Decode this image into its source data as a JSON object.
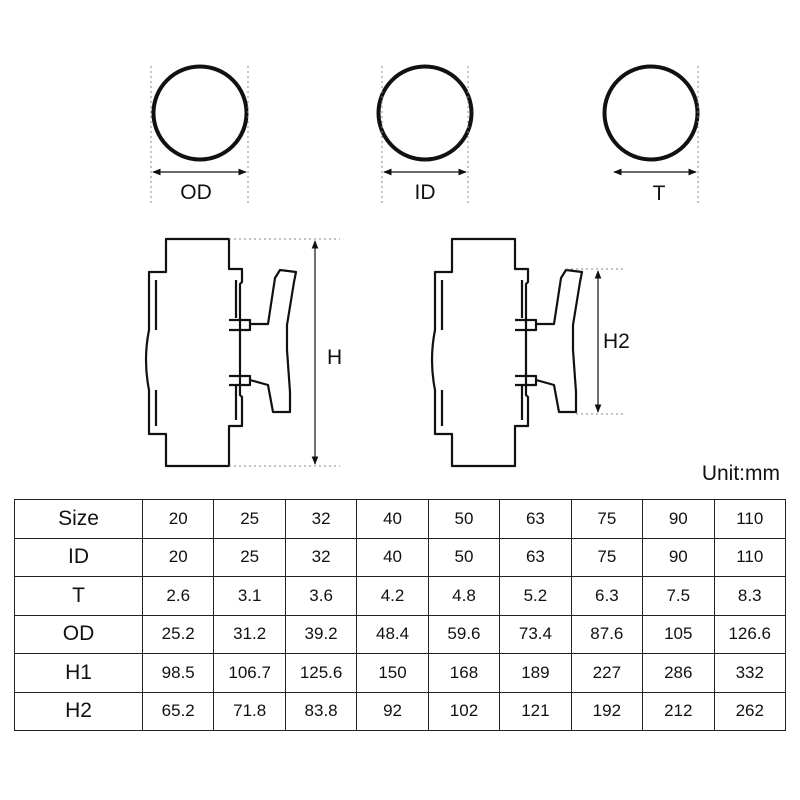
{
  "labels": {
    "od": "OD",
    "id": "ID",
    "t": "T",
    "h": "H",
    "h2": "H2"
  },
  "unit": "Unit:mm",
  "table": {
    "rows": [
      {
        "label": "Size",
        "values": [
          "20",
          "25",
          "32",
          "40",
          "50",
          "63",
          "75",
          "90",
          "110"
        ]
      },
      {
        "label": "ID",
        "values": [
          "20",
          "25",
          "32",
          "40",
          "50",
          "63",
          "75",
          "90",
          "110"
        ]
      },
      {
        "label": "T",
        "values": [
          "2.6",
          "3.1",
          "3.6",
          "4.2",
          "4.8",
          "5.2",
          "6.3",
          "7.5",
          "8.3"
        ]
      },
      {
        "label": "OD",
        "values": [
          "25.2",
          "31.2",
          "39.2",
          "48.4",
          "59.6",
          "73.4",
          "87.6",
          "105",
          "126.6"
        ]
      },
      {
        "label": "H1",
        "values": [
          "98.5",
          "106.7",
          "125.6",
          "150",
          "168",
          "189",
          "227",
          "286",
          "332"
        ]
      },
      {
        "label": "H2",
        "values": [
          "65.2",
          "71.8",
          "83.8",
          "92",
          "102",
          "121",
          "192",
          "212",
          "262"
        ]
      }
    ]
  },
  "colors": {
    "line": "#111111",
    "guide": "#888888",
    "background": "#ffffff"
  }
}
